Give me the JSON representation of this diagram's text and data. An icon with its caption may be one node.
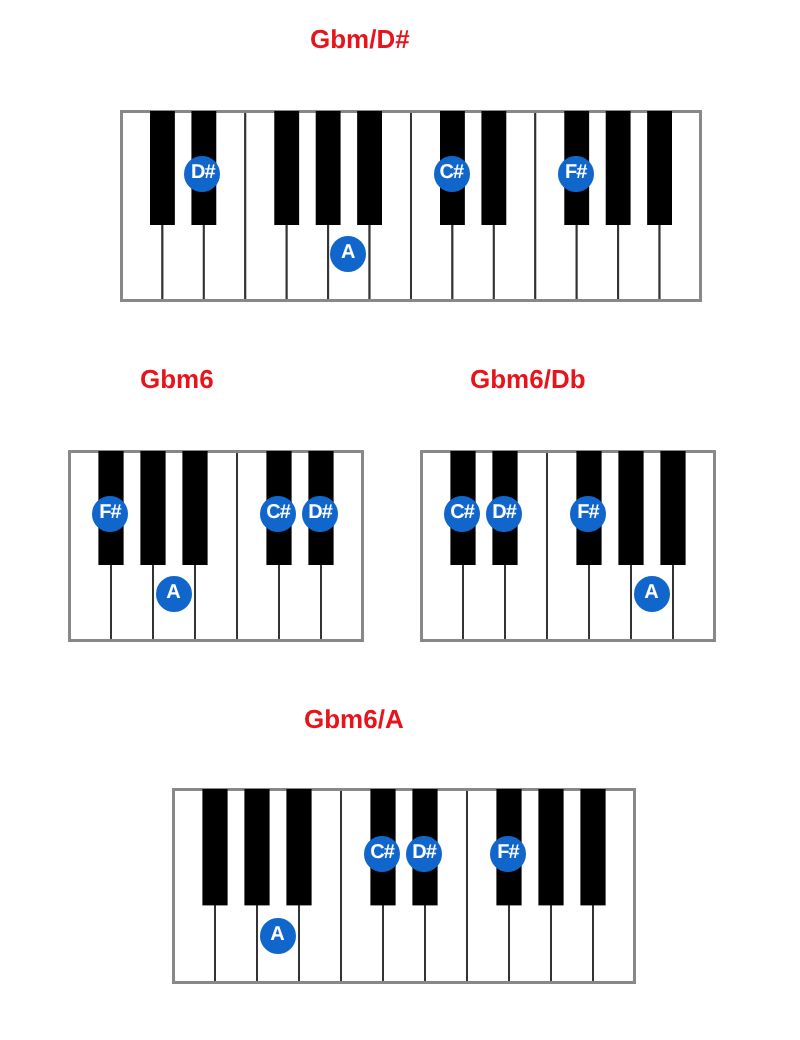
{
  "diagram": {
    "nodes": [
      {
        "text": [
          "Gbm/D#"
        ]
      },
      {
        "text": [
          "D#"
        ],
        "in": 0
      },
      {
        "text": [
          "C#"
        ],
        "in": 0
      },
      {
        "text": [
          "F#"
        ],
        "in": 0
      },
      {
        "text": [
          "A"
        ],
        "in": 0
      },
      {
        "text": [
          "Gbm6"
        ]
      },
      {
        "text": [
          "F#"
        ],
        "in": 5
      },
      {
        "text": [
          "C#"
        ],
        "in": 5
      },
      {
        "text": [
          "D#"
        ],
        "in": 5
      },
      {
        "text": [
          "A"
        ],
        "in": 5
      },
      {
        "text": [
          "Gbm6/Db"
        ]
      },
      {
        "text": [
          "C#"
        ],
        "in": 10
      },
      {
        "text": [
          "D#"
        ],
        "in": 10
      },
      {
        "text": [
          "F#"
        ],
        "in": 10
      },
      {
        "text": [
          "A"
        ],
        "in": 10
      },
      {
        "text": [
          "Gbm6/A"
        ]
      },
      {
        "text": [
          "C#"
        ],
        "in": 15
      },
      {
        "text": [
          "D#"
        ],
        "in": 15
      },
      {
        "text": [
          "F#"
        ],
        "in": 15
      },
      {
        "text": [
          "A"
        ],
        "in": 15
      }
    ]
  }
}
